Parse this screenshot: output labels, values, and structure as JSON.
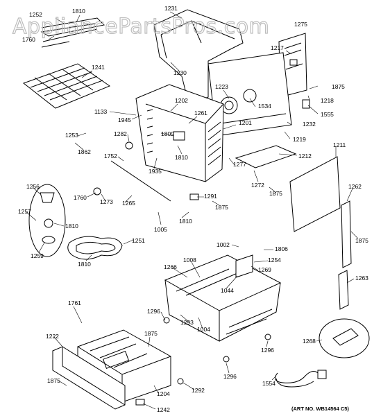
{
  "watermark": "AppliancePartsPros.com",
  "art_number": "(ART NO. WB14564 C5)",
  "part_labels": {
    "p1252": "1252",
    "p1810a": "1810",
    "p1760a": "1760",
    "p1241": "1241",
    "p1231": "1231",
    "p1230": "1230",
    "p1275": "1275",
    "p1217": "1217",
    "p1875a": "1875",
    "p1218": "1218",
    "p1555": "1555",
    "p1223": "1223",
    "p1534": "1534",
    "p1232": "1232",
    "p1219": "1219",
    "p1133": "1133",
    "p1945": "1945",
    "p1202": "1202",
    "p1261": "1261",
    "p1201": "1201",
    "p1809": "1809",
    "p1810b": "1810",
    "p1282": "1282",
    "p1253": "1253",
    "p1862": "1862",
    "p1752": "1752",
    "p1935": "1935",
    "p1277": "1277",
    "p1212": "1212",
    "p1272": "1272",
    "p1875b": "1875",
    "p1211": "1211",
    "p1262": "1262",
    "p1256": "1256",
    "p1760b": "1760",
    "p1273": "1273",
    "p1265": "1265",
    "p1291": "1291",
    "p1875c": "1875",
    "p1257": "1257",
    "p1810c": "1810",
    "p1005": "1005",
    "p1810d": "1810",
    "p1875d": "1875",
    "p1259": "1259",
    "p1251": "1251",
    "p1810e": "1810",
    "p1002": "1002",
    "p1806": "1806",
    "p1254": "1254",
    "p1008": "1008",
    "p1266": "1266",
    "p1269": "1269",
    "p1044": "1044",
    "p1263": "1263",
    "p1761": "1761",
    "p1296a": "1296",
    "p1293": "1293",
    "p1004": "1004",
    "p1222": "1222",
    "p1875e": "1875",
    "p1296b": "1296",
    "p1268": "1268",
    "p1875f": "1875",
    "p1296c": "1296",
    "p1292": "1292",
    "p1204": "1204",
    "p1554": "1554",
    "p1242": "1242"
  },
  "colors": {
    "line": "#000000",
    "watermark": "#bdbdbd",
    "background": "#ffffff"
  }
}
